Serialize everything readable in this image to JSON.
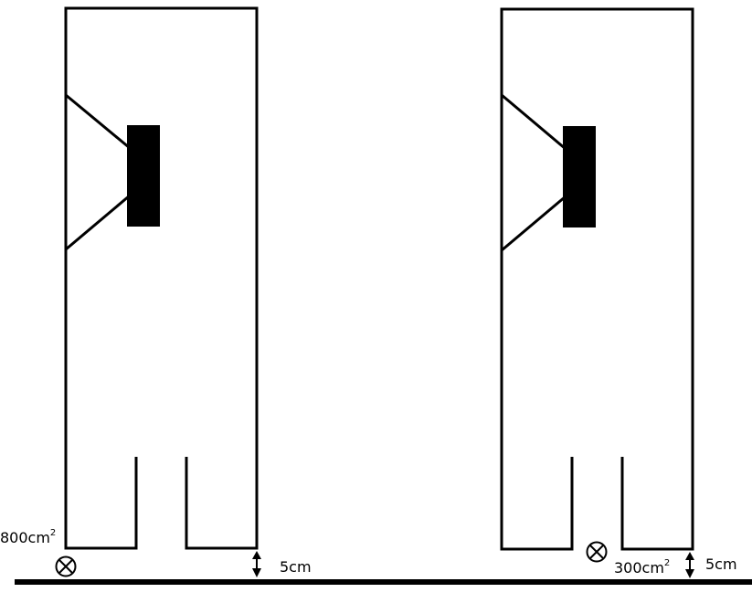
{
  "left_cabinet": {
    "port_area": "800cm",
    "port_area_exponent": "2",
    "gap": "5cm"
  },
  "right_cabinet": {
    "port_area": "300cm",
    "port_area_exponent": "2",
    "gap": "5cm"
  },
  "colors": {
    "ink": "#000000",
    "background": "#ffffff"
  }
}
